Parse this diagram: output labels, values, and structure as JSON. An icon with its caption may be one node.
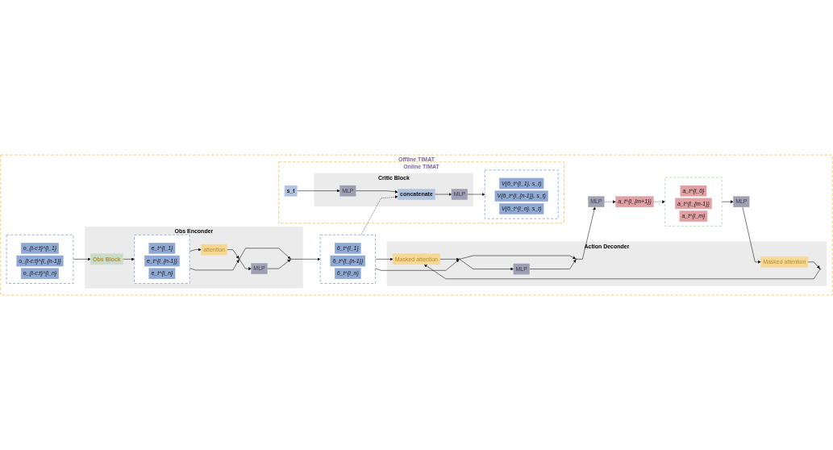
{
  "diagram": {
    "nodes": [
      {
        "text": [
          "Offline TIMAT"
        ]
      },
      {
        "text": [
          "Obs Enconder"
        ],
        "in": 0
      },
      {
        "text": [
          "Obs Block"
        ],
        "in": 1
      },
      {
        "text": [],
        "shape": "box",
        "in": 1
      },
      {
        "text": [
          "e_t^{i_1}"
        ],
        "in": 3
      },
      {
        "text": [
          "e_t^{i_{n-1}}"
        ],
        "in": 3
      },
      {
        "text": [
          "e_t^{i_n}"
        ],
        "in": 3
      },
      {
        "text": [
          "attention"
        ],
        "in": 1
      },
      {
        "text": [],
        "shape": "circle",
        "in": 1
      },
      {
        "text": [
          "MLP"
        ],
        "in": 1
      },
      {
        "text": [],
        "shape": "circle",
        "in": 1
      },
      {
        "text": [],
        "shape": "box",
        "in": 0
      },
      {
        "text": [
          "õ_t^{i_1}"
        ],
        "in": 11
      },
      {
        "text": [
          "õ_t^{i_{n-1}}"
        ],
        "in": 11
      },
      {
        "text": [
          "õ_t^{i_n}"
        ],
        "in": 11
      },
      {
        "text": [
          "Action Deconder"
        ],
        "in": 0
      },
      {
        "text": [
          "Masked attention"
        ],
        "in": 15
      },
      {
        "text": [],
        "shape": "circle",
        "in": 15
      },
      {
        "text": [
          "MLP"
        ],
        "in": 15
      },
      {
        "text": [],
        "shape": "circle",
        "in": 15
      },
      {
        "text": [
          "Masked attention"
        ],
        "in": 15
      },
      {
        "text": [],
        "shape": "circle",
        "in": 15
      },
      {
        "text": [
          "MLP"
        ],
        "in": 0
      },
      {
        "text": [
          "a_t^{i_{m+1}}"
        ],
        "in": 0
      },
      {
        "text": [
          "MLP"
        ],
        "in": 0
      },
      {
        "text": [],
        "shape": "box",
        "in": 0
      },
      {
        "text": [
          "a_t^{i_0}"
        ],
        "in": 25
      },
      {
        "text": [
          "a_t^{i_{m-1}}"
        ],
        "in": 25
      },
      {
        "text": [
          "a_t^{i_m}"
        ],
        "in": 25
      },
      {
        "text": [],
        "shape": "box",
        "in": 0
      },
      {
        "text": [
          "o_{t-c:t}^{i_1}"
        ],
        "in": 29
      },
      {
        "text": [
          "o_{t-c:t}^{i_{n-1}}"
        ],
        "in": 29
      },
      {
        "text": [
          "o_{t-c:t}^{i_n}"
        ],
        "in": 29
      },
      {
        "text": [
          "Online TIMAT"
        ],
        "in": 0
      },
      {
        "text": [],
        "shape": "box",
        "in": 33
      },
      {
        "text": [
          "V(õ_t^{i_1}, s_t)"
        ],
        "in": 34
      },
      {
        "text": [
          "V(õ_t^{i_{n-1}}, s_t)"
        ],
        "in": 34
      },
      {
        "text": [
          "V(õ_t^{i_n}, s_t)"
        ],
        "in": 34
      },
      {
        "text": [
          "Critic Block"
        ],
        "in": 33
      },
      {
        "text": [
          "MLP"
        ],
        "in": 38
      },
      {
        "text": [
          "concatenate"
        ],
        "in": 38
      },
      {
        "text": [
          "MLP"
        ],
        "in": 38
      },
      {
        "text": [
          "s_t"
        ],
        "in": 33
      }
    ],
    "edges": [
      {
        "from": 29,
        "to": 2,
        "arrow": "to"
      },
      {
        "from": 2,
        "to": 3,
        "arrow": "to"
      },
      {
        "from": 3,
        "to": 7,
        "arrow": "to"
      },
      {
        "from": 3,
        "to": 8,
        "arrow": "to"
      },
      {
        "from": 7,
        "to": 8,
        "arrow": "to"
      },
      {
        "from": 8,
        "to": 9,
        "arrow": "to"
      },
      {
        "from": 8,
        "to": 10,
        "arrow": "to"
      },
      {
        "from": 9,
        "to": 10,
        "arrow": "to"
      },
      {
        "from": 10,
        "to": 11,
        "arrow": "to"
      },
      {
        "from": 11,
        "to": 16,
        "arrow": "to"
      },
      {
        "from": 11,
        "to": 17,
        "arrow": "to"
      },
      {
        "from": 16,
        "to": 17,
        "arrow": "to"
      },
      {
        "from": 17,
        "to": 18,
        "arrow": "to"
      },
      {
        "from": 17,
        "to": 19,
        "arrow": "to"
      },
      {
        "from": 18,
        "to": 19,
        "arrow": "to"
      },
      {
        "from": 19,
        "to": 22,
        "arrow": "to"
      },
      {
        "from": 22,
        "to": 23,
        "arrow": "to",
        "style": "dashed"
      },
      {
        "from": 23,
        "to": 25,
        "arrow": "to",
        "style": "dashed"
      },
      {
        "from": 25,
        "to": 24,
        "arrow": "to"
      },
      {
        "from": 24,
        "to": 20,
        "arrow": "to"
      },
      {
        "from": 20,
        "to": 21,
        "arrow": "to"
      },
      {
        "from": 21,
        "to": 16,
        "arrow": "to"
      },
      {
        "from": 11,
        "to": 40,
        "arrow": "to",
        "style": "dashed"
      },
      {
        "from": 42,
        "to": 41,
        "arrow": "to"
      },
      {
        "from": 41,
        "to": 40,
        "arrow": "to"
      },
      {
        "from": 40,
        "to": 39,
        "arrow": "to"
      },
      {
        "from": 39,
        "to": 34,
        "arrow": "to"
      }
    ]
  }
}
